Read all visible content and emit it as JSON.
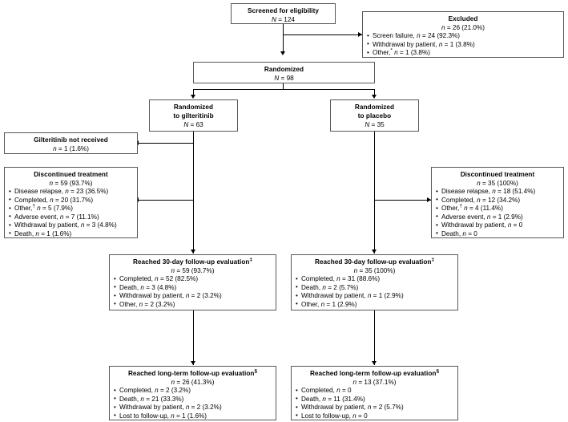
{
  "diagram": {
    "type": "consort-flow-diagram",
    "title": "CONSORT participant flow diagram",
    "line_color": "#000000",
    "border_color": "#58585a",
    "background": "#ffffff"
  },
  "nodes": {
    "screened": {
      "heading": "Screened for eligibility",
      "count_line": "N = 124",
      "count_prefix": "N",
      "count_value": " = 124"
    },
    "excluded": {
      "heading": "Excluded",
      "count_line": "n = 26 (21.0%)",
      "items": [
        "Screen failure, n = 24 (92.3%)",
        "Withdrawal by patient, n = 1 (3.8%)",
        "Other,* n = 1 (3.8%)"
      ],
      "items_parts": [
        {
          "label": "Screen failure, ",
          "stat": " = 24 (92.3%)",
          "sym": ""
        },
        {
          "label": "Withdrawal by patient, ",
          "stat": " = 1 (3.8%)",
          "sym": ""
        },
        {
          "label": "Other,",
          "stat": " = 1 (3.8%)",
          "sym": "*"
        }
      ]
    },
    "randomized": {
      "heading": "Randomized",
      "count_line": "N = 98",
      "count_value": " = 98"
    },
    "rand_gilteritinib": {
      "heading_line1": "Randomized",
      "heading_line2": "to gilteritinib",
      "count_line": "N = 63",
      "count_value": " = 63"
    },
    "rand_placebo": {
      "heading_line1": "Randomized",
      "heading_line2": "to placebo",
      "count_line": "N = 35",
      "count_value": " = 35"
    },
    "not_received": {
      "heading": "Gilteritinib not received",
      "count_line": "n = 1 (1.6%)",
      "count_value": " = 1 (1.6%)"
    },
    "disc_left": {
      "heading": "Discontinued treatment",
      "count_line": "n = 59 (93.7%)",
      "count_value": " = 59 (93.7%)",
      "items_parts": [
        {
          "label": "Disease relapse, ",
          "stat": " = 23 (36.5%)",
          "sym": ""
        },
        {
          "label": "Completed, ",
          "stat": " = 20 (31.7%)",
          "sym": ""
        },
        {
          "label": "Other,",
          "stat": " = 5 (7.9%)",
          "sym": "†"
        },
        {
          "label": "Adverse event, ",
          "stat": " = 7 (11.1%)",
          "sym": ""
        },
        {
          "label": "Withdrawal by patient, ",
          "stat": " = 3 (4.8%)",
          "sym": ""
        },
        {
          "label": "Death, ",
          "stat": " = 1 (1.6%)",
          "sym": ""
        }
      ]
    },
    "disc_right": {
      "heading": "Discontinued treatment",
      "count_line": "n = 35 (100%)",
      "count_value": " = 35 (100%)",
      "items_parts": [
        {
          "label": "Disease relapse, ",
          "stat": " = 18 (51.4%)",
          "sym": ""
        },
        {
          "label": "Completed, ",
          "stat": " = 12 (34.2%)",
          "sym": ""
        },
        {
          "label": "Other,",
          "stat": " = 4 (11.4%)",
          "sym": "†"
        },
        {
          "label": "Adverse event, ",
          "stat": " = 1 (2.9%)",
          "sym": ""
        },
        {
          "label": "Withdrawal by patient, ",
          "stat": " = 0",
          "sym": ""
        },
        {
          "label": "Death, ",
          "stat": " = 0",
          "sym": ""
        }
      ]
    },
    "fu30_left": {
      "heading": "Reached 30-day follow-up evaluation",
      "heading_sym": "‡",
      "count_line": "n = 59 (93.7%)",
      "count_value": " = 59 (93.7%)",
      "items_parts": [
        {
          "label": "Completed, ",
          "stat": " = 52 (82.5%)",
          "sym": ""
        },
        {
          "label": "Death, ",
          "stat": " = 3 (4.8%)",
          "sym": ""
        },
        {
          "label": "Withdrawal by patient, ",
          "stat": " = 2 (3.2%)",
          "sym": ""
        },
        {
          "label": "Other, ",
          "stat": " = 2 (3.2%)",
          "sym": ""
        }
      ]
    },
    "fu30_right": {
      "heading": "Reached 30-day follow-up evaluation",
      "heading_sym": "‡",
      "count_line": "n = 35 (100%)",
      "count_value": " = 35 (100%)",
      "items_parts": [
        {
          "label": "Completed, ",
          "stat": " = 31 (88.6%)",
          "sym": ""
        },
        {
          "label": "Death, ",
          "stat": " = 2 (5.7%)",
          "sym": ""
        },
        {
          "label": "Withdrawal by patient, ",
          "stat": " = 1 (2.9%)",
          "sym": ""
        },
        {
          "label": "Other, ",
          "stat": " = 1 (2.9%)",
          "sym": ""
        }
      ]
    },
    "fulong_left": {
      "heading": "Reached long-term follow-up evaluation",
      "heading_sym": "§",
      "count_line": "n = 26 (41.3%)",
      "count_value": " = 26 (41.3%)",
      "items_parts": [
        {
          "label": "Completed, ",
          "stat": " = 2 (3.2%)",
          "sym": ""
        },
        {
          "label": "Death, ",
          "stat": " = 21 (33.3%)",
          "sym": ""
        },
        {
          "label": "Withdrawal by patient, ",
          "stat": " = 2 (3.2%)",
          "sym": ""
        },
        {
          "label": "Lost to follow-up, ",
          "stat": " = 1 (1.6%)",
          "sym": ""
        }
      ]
    },
    "fulong_right": {
      "heading": "Reached long-term follow-up evaluation",
      "heading_sym": "§",
      "count_line": "n = 13 (37.1%)",
      "count_value": " = 13 (37.1%)",
      "items_parts": [
        {
          "label": "Completed, ",
          "stat": " = 0",
          "sym": ""
        },
        {
          "label": "Death, ",
          "stat": " = 11 (31.4%)",
          "sym": ""
        },
        {
          "label": "Withdrawal by patient, ",
          "stat": " = 2 (5.7%)",
          "sym": ""
        },
        {
          "label": "Lost to follow-up, ",
          "stat": " = 0",
          "sym": ""
        }
      ]
    }
  },
  "symbols": {
    "n_italic": "n",
    "N_italic": "N",
    "asterisk": "*",
    "dagger": "†",
    "double_dagger": "‡",
    "section": "§"
  }
}
